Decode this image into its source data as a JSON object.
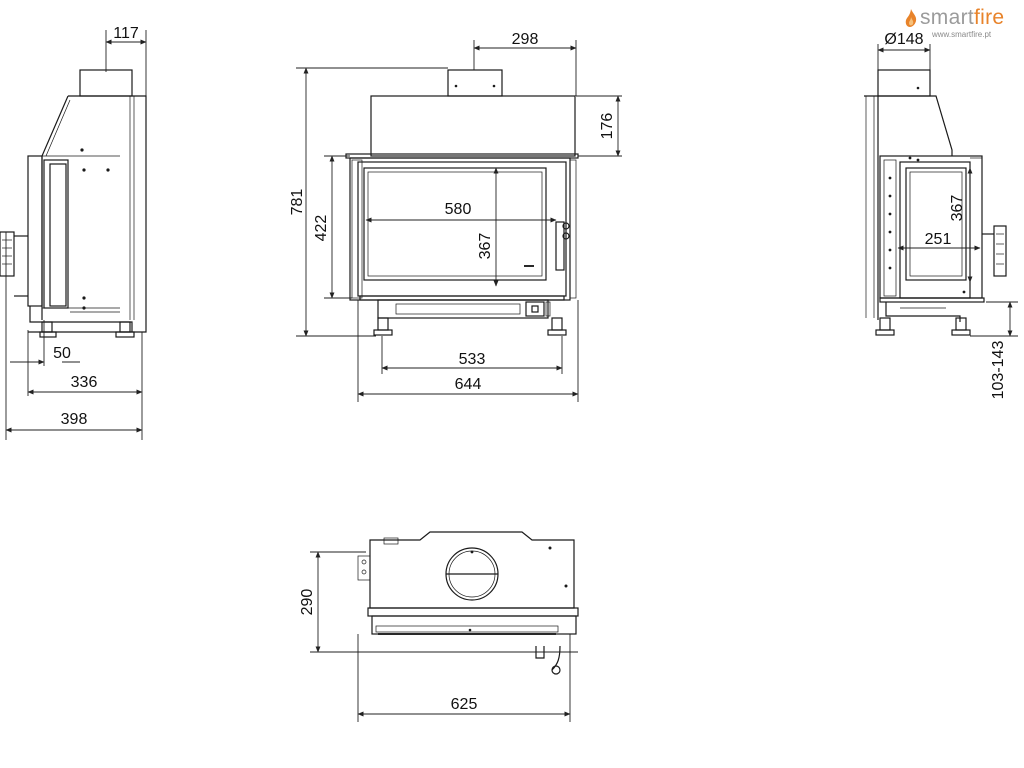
{
  "brand": {
    "name_part1": "smart",
    "name_part2": "fire",
    "url": "www.smartfire.pt",
    "primary_color": "#9b9b9b",
    "accent_color": "#e8832a"
  },
  "dimensions": {
    "side_left": {
      "flue_depth": "117",
      "glass_offset": "50",
      "body_depth": "336",
      "total_depth": "398"
    },
    "front": {
      "flue_width": "298",
      "total_height": "781",
      "top_height": "176",
      "body_height": "422",
      "glass_width": "580",
      "glass_height": "367",
      "feet_span": "533",
      "total_width": "644"
    },
    "side_right": {
      "flue_diameter": "Ø148",
      "glass_height": "367",
      "glass_width": "251",
      "leg_adjust": "103-143"
    },
    "top": {
      "depth": "290",
      "width": "625"
    }
  }
}
